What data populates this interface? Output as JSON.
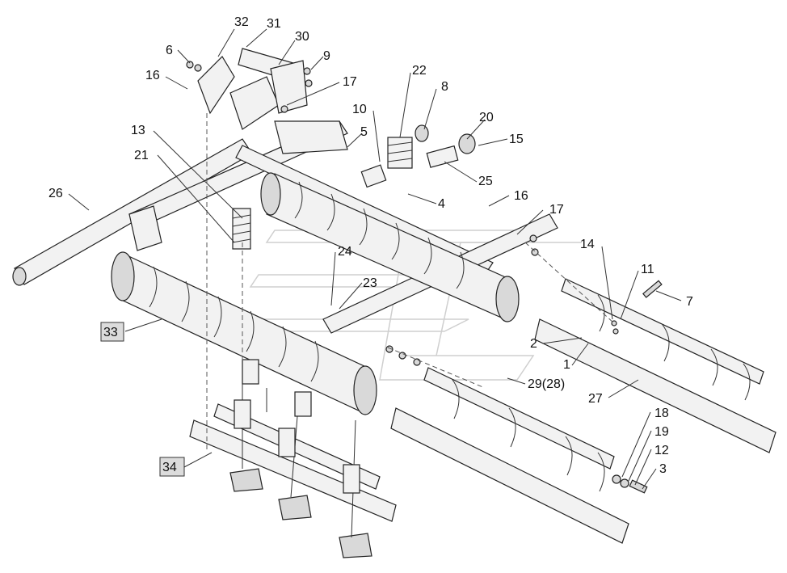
{
  "callouts": [
    {
      "id": "c32",
      "text": "32"
    },
    {
      "id": "c31",
      "text": "31"
    },
    {
      "id": "c30",
      "text": "30"
    },
    {
      "id": "c6",
      "text": "6"
    },
    {
      "id": "c9",
      "text": "9"
    },
    {
      "id": "c16a",
      "text": "16"
    },
    {
      "id": "c17a",
      "text": "17"
    },
    {
      "id": "c22",
      "text": "22"
    },
    {
      "id": "c8",
      "text": "8"
    },
    {
      "id": "c10",
      "text": "10"
    },
    {
      "id": "c20",
      "text": "20"
    },
    {
      "id": "c13",
      "text": "13"
    },
    {
      "id": "c5",
      "text": "5"
    },
    {
      "id": "c15",
      "text": "15"
    },
    {
      "id": "c21",
      "text": "21"
    },
    {
      "id": "c25",
      "text": "25"
    },
    {
      "id": "c26",
      "text": "26"
    },
    {
      "id": "c4",
      "text": "4"
    },
    {
      "id": "c16b",
      "text": "16"
    },
    {
      "id": "c17b",
      "text": "17"
    },
    {
      "id": "c14",
      "text": "14"
    },
    {
      "id": "c11",
      "text": "11"
    },
    {
      "id": "c24",
      "text": "24"
    },
    {
      "id": "c7",
      "text": "7"
    },
    {
      "id": "c23",
      "text": "23"
    },
    {
      "id": "c33",
      "text": "33"
    },
    {
      "id": "c2",
      "text": "2"
    },
    {
      "id": "c1",
      "text": "1"
    },
    {
      "id": "c29",
      "text": "29(28)"
    },
    {
      "id": "c27",
      "text": "27"
    },
    {
      "id": "c18",
      "text": "18"
    },
    {
      "id": "c19",
      "text": "19"
    },
    {
      "id": "c12",
      "text": "12"
    },
    {
      "id": "c34",
      "text": "34"
    },
    {
      "id": "c3",
      "text": "3"
    }
  ]
}
